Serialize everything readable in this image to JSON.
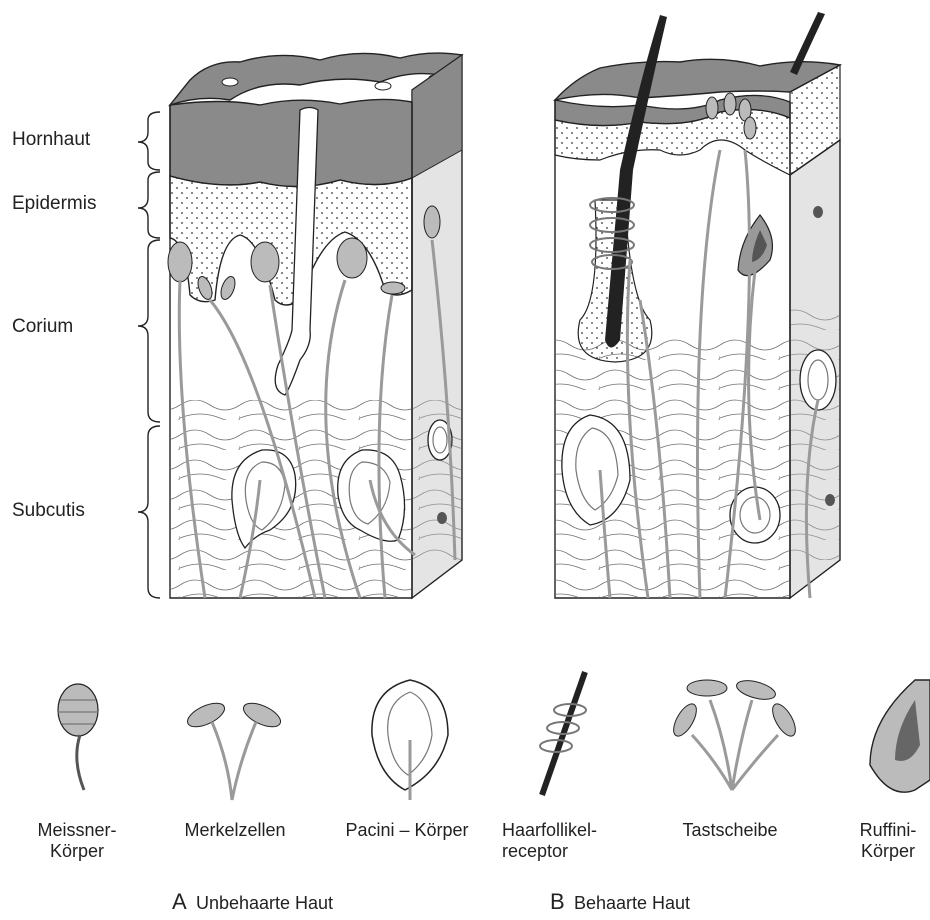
{
  "layers": {
    "hornhaut": "Hornhaut",
    "epidermis": "Epidermis",
    "corium": "Corium",
    "subcutis": "Subcutis"
  },
  "receptors": [
    {
      "line1": "Meissner-",
      "line2": "Körper"
    },
    {
      "line1": "Merkelzellen",
      "line2": ""
    },
    {
      "line1": "Pacini – Körper",
      "line2": ""
    },
    {
      "line1": "Haarfollikel-",
      "line2": "receptor"
    },
    {
      "line1": "Tastscheibe",
      "line2": ""
    },
    {
      "line1": "Ruffini-",
      "line2": "Körper"
    }
  ],
  "panels": {
    "a_letter": "A",
    "a_title": "Unbehaarte Haut",
    "b_letter": "B",
    "b_title": "Behaarte Haut"
  },
  "colors": {
    "horn": "#8a8a8a",
    "nerve": "#9a9a9a",
    "side": "#e4e4e4",
    "dark": "#222222"
  }
}
